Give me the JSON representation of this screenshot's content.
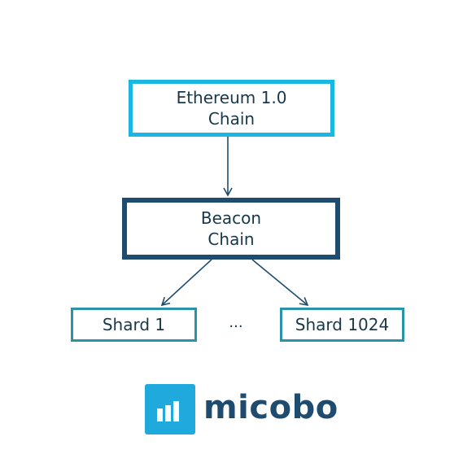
{
  "nodes": {
    "eth1": {
      "line1": "Ethereum 1.0",
      "line2": "Chain"
    },
    "beacon": {
      "line1": "Beacon",
      "line2": "Chain"
    },
    "shard_first": "Shard 1",
    "ellipsis": "...",
    "shard_last": "Shard 1024"
  },
  "logo": {
    "text": "micobo"
  },
  "colors": {
    "eth_border": "#1bb7e3",
    "beacon_border": "#1e4c6f",
    "shard_border": "#2a93a8",
    "arrow": "#1e4c6f",
    "logo_mark": "#1fa9dc",
    "logo_text": "#1f4c6e"
  }
}
